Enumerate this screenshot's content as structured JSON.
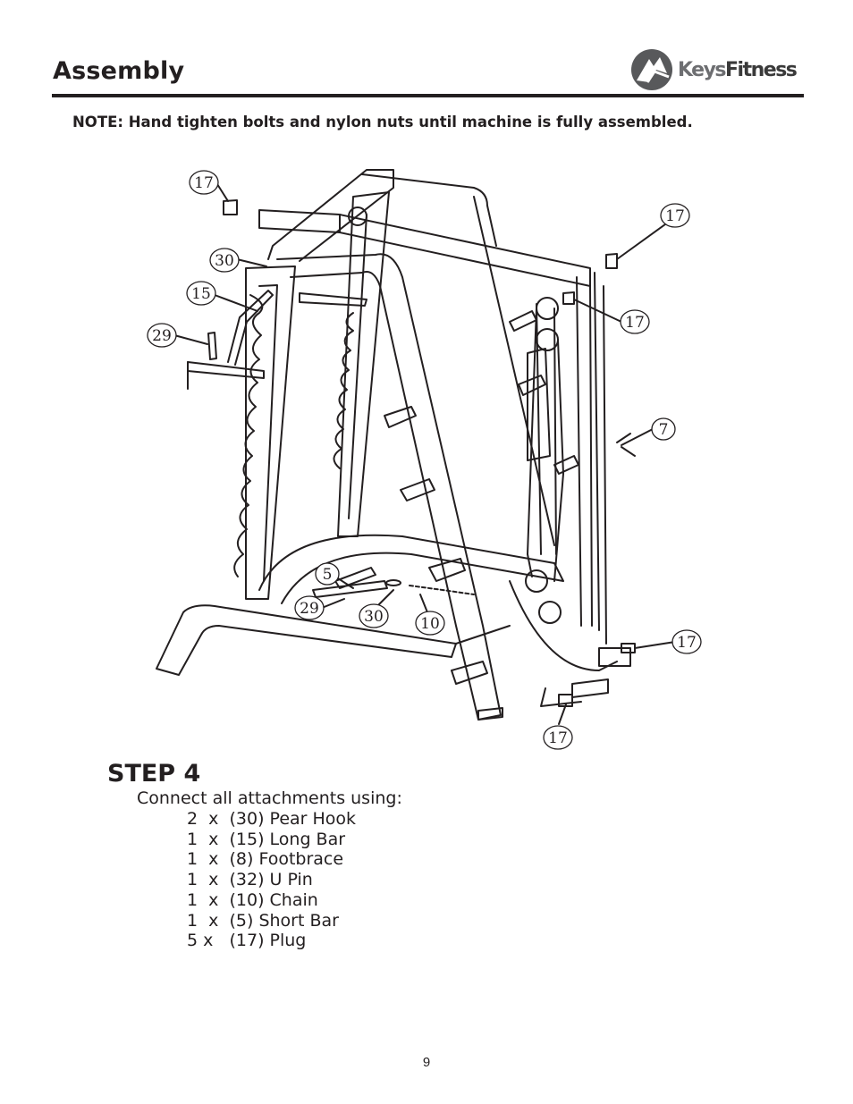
{
  "header": {
    "title": "Assembly",
    "logo_text_light": "Keys",
    "logo_text_bold": "Fitness"
  },
  "note": "NOTE:  Hand tighten bolts and nylon nuts until machine is fully assembled.",
  "diagram": {
    "callouts": [
      {
        "label": "17"
      },
      {
        "label": "30"
      },
      {
        "label": "15"
      },
      {
        "label": "29"
      },
      {
        "label": "17"
      },
      {
        "label": "17"
      },
      {
        "label": "7"
      },
      {
        "label": "5"
      },
      {
        "label": "29"
      },
      {
        "label": "30"
      },
      {
        "label": "10"
      },
      {
        "label": "17"
      },
      {
        "label": "17"
      }
    ]
  },
  "step": {
    "title": "STEP 4",
    "intro": "Connect all attachments using:",
    "parts": [
      "2  x  (30) Pear Hook",
      "1  x  (15) Long Bar",
      "1  x  (8) Footbrace",
      "1  x  (32) U Pin",
      "1  x  (10) Chain",
      "1  x  (5) Short Bar",
      "5 x   (17) Plug"
    ]
  },
  "page_number": "9"
}
